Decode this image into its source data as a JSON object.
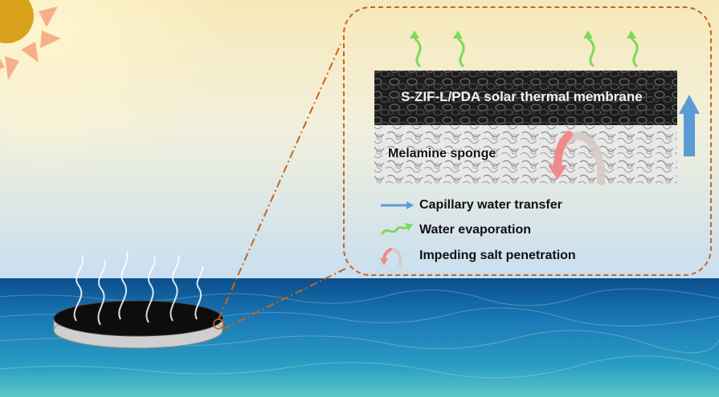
{
  "diagram": {
    "membrane_label": "S-ZIF-L/PDA solar thermal membrane",
    "sponge_label": "Melamine sponge",
    "legend": [
      {
        "label": "Capillary water transfer",
        "icon": "blue-arrow-icon"
      },
      {
        "label": "Water evaporation",
        "icon": "green-wave-arrow-icon"
      },
      {
        "label": "Impeding salt penetration",
        "icon": "pink-curved-arrow-icon"
      }
    ]
  },
  "colors": {
    "capillary_arrow": "#5b9bd5",
    "evaporation_arrow": "#7ed957",
    "salt_arrow": "#f08a8a",
    "zoom_border": "#c8641e",
    "sun": "#d9a21a",
    "sun_rays": "#f5b08a"
  }
}
